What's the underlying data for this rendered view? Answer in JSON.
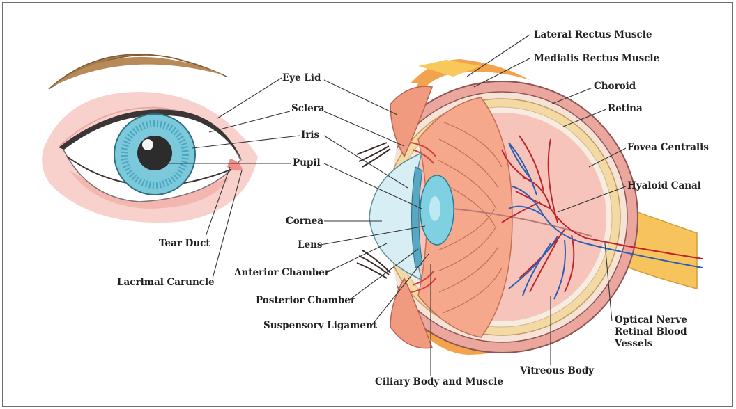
{
  "labels": {
    "eye_lid": "Eye Lid",
    "sclera": "Sclera",
    "iris": "Iris",
    "pupil": "Pupil",
    "tear_duct": "Tear Duct",
    "lacrimal_caruncle": "Lacrimal Caruncle",
    "lateral_rectus": "Lateral Rectus Muscle",
    "medialis_rectus": "Medialis Rectus Muscle",
    "choroid": "Choroid",
    "retina": "Retina",
    "fovea": "Fovea Centralis",
    "hyaloid": "Hyaloid Canal",
    "cornea": "Cornea",
    "lens": "Lens",
    "anterior_chamber": "Anterior Chamber",
    "posterior_chamber": "Posterior Chamber",
    "suspensory": "Suspensory Ligament",
    "ciliary": "Ciliary Body and Muscle",
    "vitreous": "Vitreous Body",
    "optical_nerve": "Optical Nerve",
    "retinal_vessels_1": "Retinal Blood",
    "retinal_vessels_2": "Vessels"
  },
  "colors": {
    "brow": "#a57a4c",
    "skin": "#f6c6c0",
    "iris": "#5bb8cf",
    "sclera_outer": "#e8a39a",
    "choroid": "#f0d6a0",
    "vitreous": "#f7c4bb",
    "nerve": "#f7c35c",
    "artery": "#c0242b",
    "vein": "#2a5fb5",
    "ciliary": "#f5a88c"
  }
}
